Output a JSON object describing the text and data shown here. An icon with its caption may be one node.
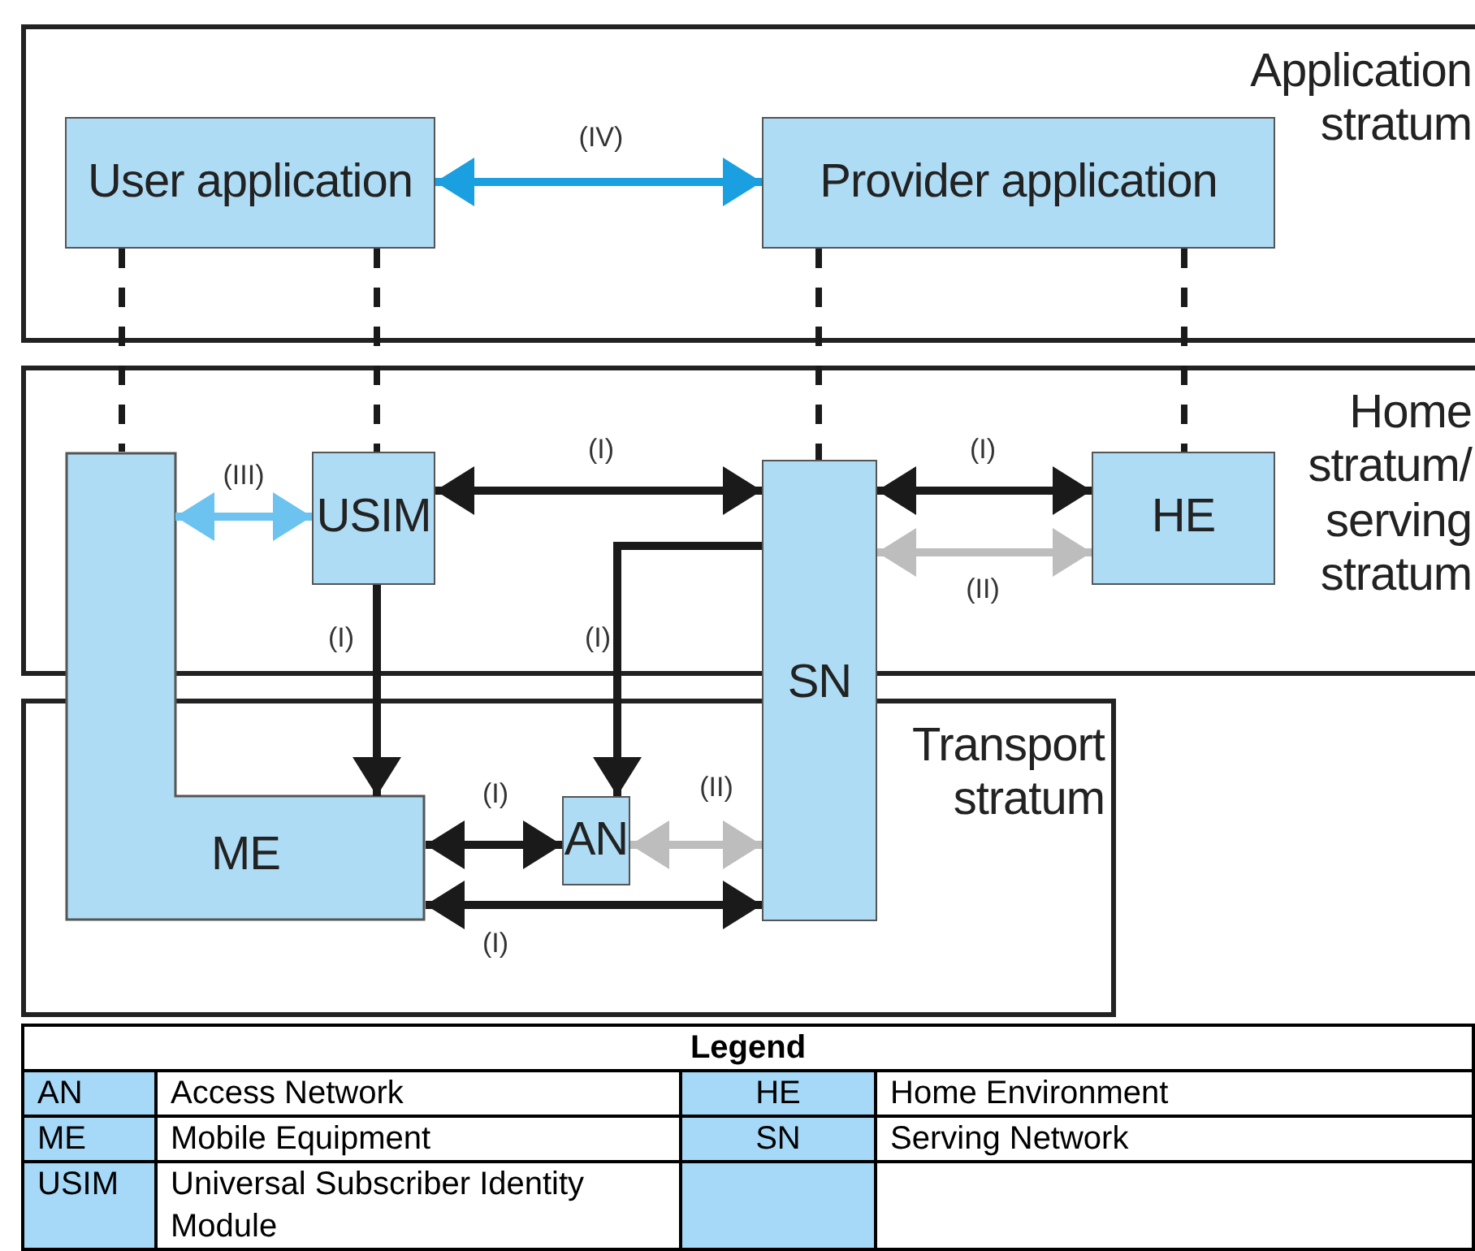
{
  "diagram": {
    "nodes": [
      {
        "text": [
          "Application stratum"
        ]
      },
      {
        "text": [
          "User application"
        ],
        "in": 0
      },
      {
        "text": [
          "Provider application"
        ],
        "in": 0
      },
      {
        "text": [
          "Home stratum/ serving stratum"
        ]
      },
      {
        "text": [
          "Transport stratum"
        ]
      },
      {
        "text": [
          "USIM"
        ],
        "in": 3
      },
      {
        "text": [
          "HE"
        ],
        "in": 3
      },
      {
        "text": [
          "ME"
        ]
      },
      {
        "text": [
          "SN"
        ]
      },
      {
        "text": [
          "AN"
        ],
        "in": 4
      }
    ],
    "edges": [
      {
        "from": 1,
        "to": 2,
        "arrow": "both",
        "label": "(IV)",
        "color": "#1a9fe0"
      },
      {
        "from": 7,
        "to": 5,
        "arrow": "both",
        "label": "(III)",
        "color": "#6cc3ef"
      },
      {
        "from": 5,
        "to": 8,
        "arrow": "both",
        "label": "(I)"
      },
      {
        "from": 8,
        "to": 6,
        "arrow": "both",
        "label": "(I)"
      },
      {
        "from": 8,
        "to": 6,
        "arrow": "both",
        "label": "(II)",
        "color": "#bdbdbd"
      },
      {
        "from": 5,
        "to": 7,
        "arrow": "to",
        "label": "(I)"
      },
      {
        "from": 8,
        "to": 9,
        "arrow": "to",
        "label": "(I)"
      },
      {
        "from": 7,
        "to": 9,
        "arrow": "both",
        "label": "(I)"
      },
      {
        "from": 9,
        "to": 8,
        "arrow": "both",
        "label": "(II)",
        "color": "#bdbdbd"
      },
      {
        "from": 7,
        "to": 8,
        "arrow": "both",
        "label": "(I)"
      },
      {
        "from": 1,
        "to": 7,
        "arrow": "none",
        "style": "dashed"
      },
      {
        "from": 1,
        "to": 5,
        "arrow": "none",
        "style": "dashed"
      },
      {
        "from": 2,
        "to": 8,
        "arrow": "none",
        "style": "dashed"
      },
      {
        "from": 2,
        "to": 6,
        "arrow": "none",
        "style": "dashed"
      }
    ],
    "labels": [
      "Legend",
      "AN",
      "Access Network",
      "HE",
      "Home Environment",
      "ME",
      "Mobile Equipment",
      "SN",
      "Serving Network",
      "USIM",
      "Universal Subscriber Identity Module"
    ]
  }
}
